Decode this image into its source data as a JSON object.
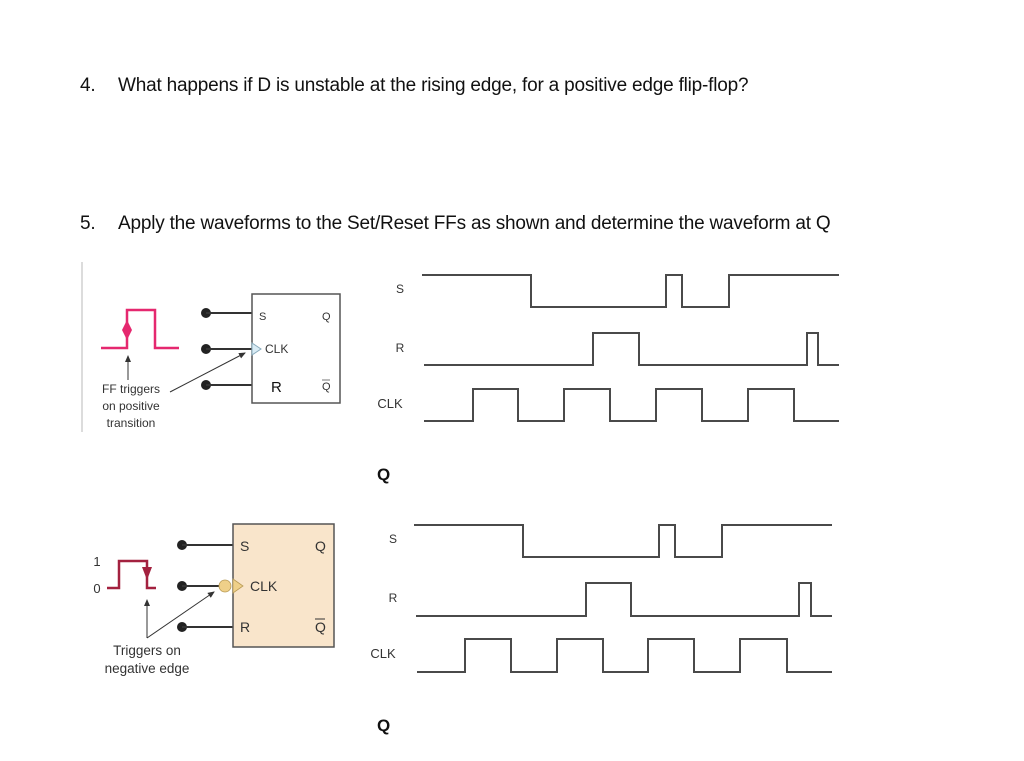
{
  "questions": [
    {
      "number": "4.",
      "text": "What happens if D is unstable at the rising edge, for a positive edge flip-flop?"
    },
    {
      "number": "5.",
      "text": "Apply the waveforms to the Set/Reset FFs as shown and determine the waveform at Q"
    }
  ],
  "colors": {
    "positive_pulse": "#e5286f",
    "negative_pulse": "#a3213f",
    "ff2_fill": "#f9e5cb",
    "ff2_bubble": "#efd089",
    "wire": "#333333",
    "waveform": "#4a4a4a"
  },
  "ff_positive": {
    "inputs": {
      "s": "S",
      "clk": "CLK",
      "r": "R"
    },
    "outputs": {
      "q": "Q",
      "q_bar": "Q"
    },
    "caption": [
      "FF triggers",
      "on positive",
      "transition"
    ]
  },
  "ff_negative": {
    "inputs": {
      "s": "S",
      "clk": "CLK",
      "r": "R"
    },
    "outputs": {
      "q": "Q",
      "q_bar": "Q"
    },
    "level_high": "1",
    "level_low": "0",
    "caption": [
      "Triggers on",
      "negative edge"
    ]
  },
  "timing_top": {
    "signals": [
      "S",
      "R",
      "CLK"
    ],
    "answer_label": "Q"
  },
  "timing_bottom": {
    "signals": [
      "S",
      "R",
      "CLK"
    ],
    "answer_label": "Q"
  }
}
